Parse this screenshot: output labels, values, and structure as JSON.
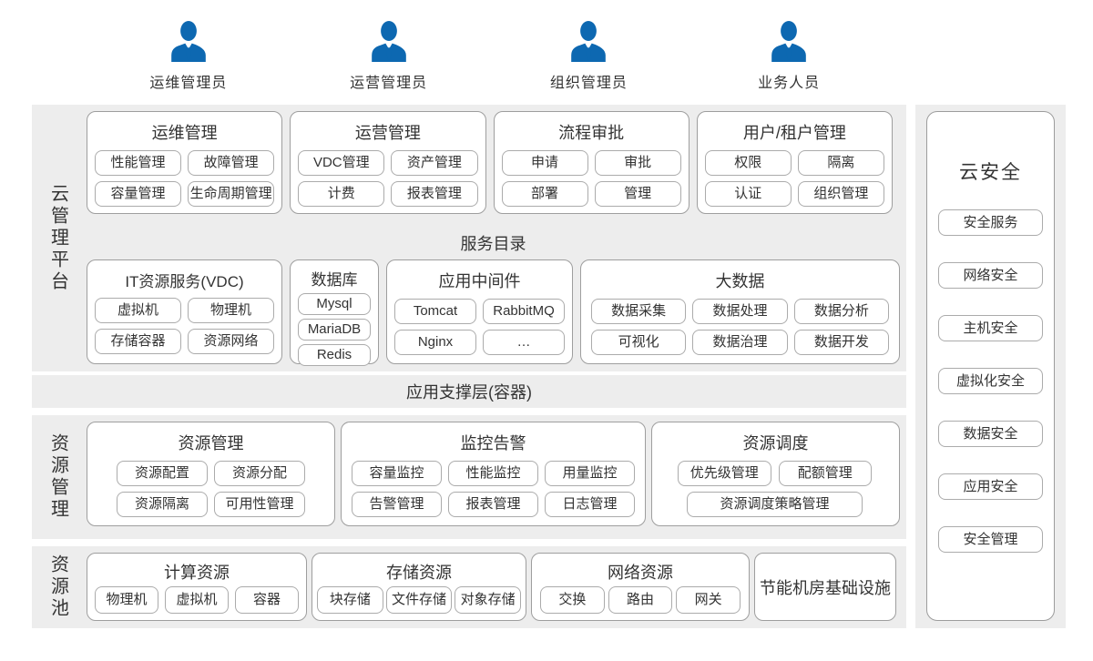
{
  "colors": {
    "accent_blue": "#0d68b1",
    "section_bg": "#ededed",
    "box_border": "#9e9e9e",
    "pill_border": "#ababab",
    "text": "#333333"
  },
  "users": [
    "运维管理员",
    "运营管理员",
    "组织管理员",
    "业务人员"
  ],
  "platform": {
    "side_label": "云管理平台",
    "boxes_row1": [
      {
        "title": "运维管理",
        "items": [
          "性能管理",
          "故障管理",
          "容量管理",
          "生命周期管理"
        ]
      },
      {
        "title": "运营管理",
        "items": [
          "VDC管理",
          "资产管理",
          "计费",
          "报表管理"
        ]
      },
      {
        "title": "流程审批",
        "items": [
          "申请",
          "审批",
          "部署",
          "管理"
        ]
      },
      {
        "title": "用户/租户管理",
        "items": [
          "权限",
          "隔离",
          "认证",
          "组织管理"
        ]
      }
    ],
    "catalog_label": "服务目录",
    "boxes_row2": [
      {
        "title": "IT资源服务(VDC)",
        "items": [
          "虚拟机",
          "物理机",
          "存储容器",
          "资源网络"
        ]
      },
      {
        "title": "数据库",
        "items": [
          "Mysql",
          "MariaDB",
          "Redis"
        ]
      },
      {
        "title": "应用中间件",
        "items": [
          "Tomcat",
          "RabbitMQ",
          "Nginx",
          "…"
        ]
      },
      {
        "title": "大数据",
        "items": [
          "数据采集",
          "数据处理",
          "数据分析",
          "可视化",
          "数据治理",
          "数据开发"
        ]
      }
    ]
  },
  "support_layer": {
    "label": "应用支撑层(容器)"
  },
  "resource_mgmt": {
    "side_label": "资源管理",
    "boxes": [
      {
        "title": "资源管理",
        "items": [
          "资源配置",
          "资源分配",
          "资源隔离",
          "可用性管理"
        ]
      },
      {
        "title": "监控告警",
        "items": [
          "容量监控",
          "性能监控",
          "用量监控",
          "告警管理",
          "报表管理",
          "日志管理"
        ]
      },
      {
        "title": "资源调度",
        "items": [
          "优先级管理",
          "配额管理",
          "资源调度策略管理"
        ]
      }
    ]
  },
  "resource_pool": {
    "side_label": "资源池",
    "boxes": [
      {
        "title": "计算资源",
        "items": [
          "物理机",
          "虚拟机",
          "容器"
        ]
      },
      {
        "title": "存储资源",
        "items": [
          "块存储",
          "文件存储",
          "对象存储"
        ]
      },
      {
        "title": "网络资源",
        "items": [
          "交换",
          "路由",
          "网关"
        ]
      }
    ],
    "infra_label": "节能机房基础设施"
  },
  "security": {
    "title": "云安全",
    "items": [
      "安全服务",
      "网络安全",
      "主机安全",
      "虚拟化安全",
      "数据安全",
      "应用安全",
      "安全管理"
    ]
  }
}
